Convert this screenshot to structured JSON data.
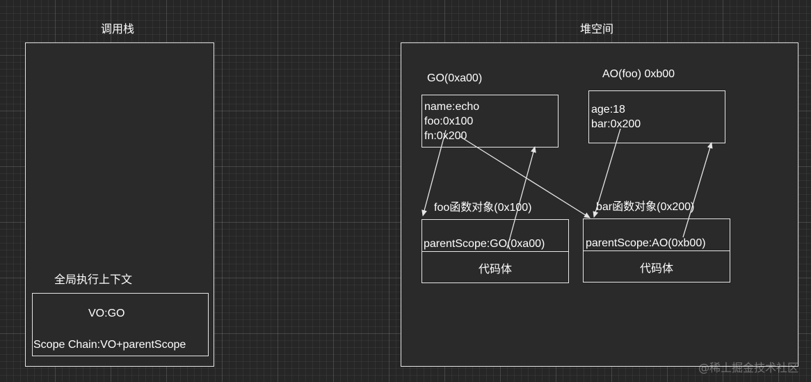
{
  "call_stack": {
    "title": "调用栈",
    "context_title": "全局执行上下文",
    "vo": "VO:GO",
    "scope_chain": "Scope Chain:VO+parentScope"
  },
  "heap": {
    "title": "堆空间",
    "go": {
      "title": "GO(0xa00)",
      "lines": [
        "name:echo",
        "foo:0x100",
        "fn:0x200"
      ]
    },
    "ao": {
      "title": "AO(foo) 0xb00",
      "lines": [
        "age:18",
        "bar:0x200"
      ]
    },
    "foo_obj": {
      "title": "foo函数对象(0x100)",
      "scope": "parentScope:GO(0xa00)",
      "body": "代码体"
    },
    "bar_obj": {
      "title": "bar函数对象(0x200)",
      "scope": "parentScope:AO(0xb00)",
      "body": "代码体"
    }
  },
  "watermark": "@稀土掘金技术社区",
  "colors": {
    "background": "#262626",
    "stroke": "#e6e6e6",
    "text": "#ffffff"
  }
}
